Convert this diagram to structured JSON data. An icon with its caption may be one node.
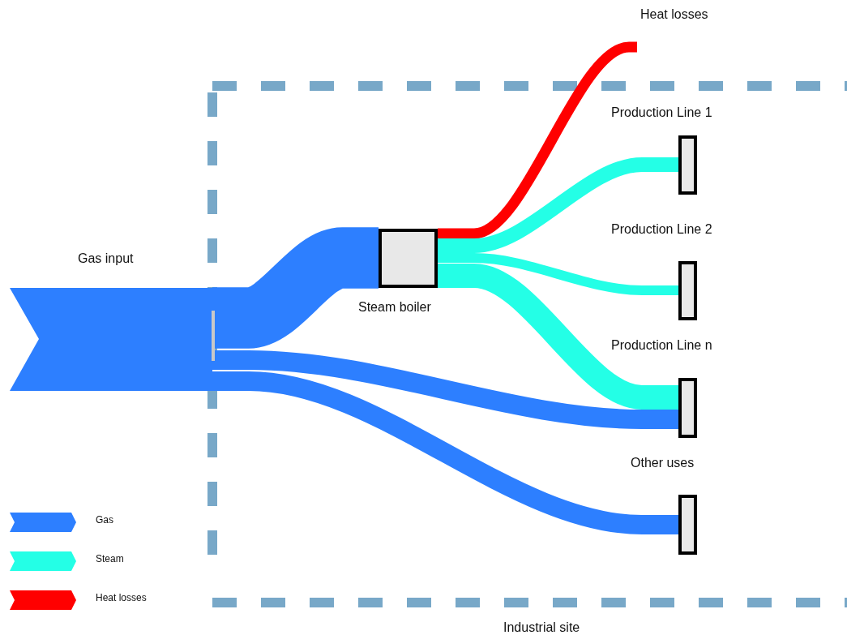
{
  "diagram": {
    "nodes": [
      {
        "text": [
          "Industrial site"
        ]
      },
      {
        "text": [
          "Gas input"
        ]
      },
      {
        "text": [
          "Steam boiler"
        ],
        "in": 0
      },
      {
        "text": [
          "Production Line 1"
        ],
        "in": 0
      },
      {
        "text": [
          "Production Line 2"
        ],
        "in": 0
      },
      {
        "text": [
          "Production Line n"
        ],
        "in": 0
      },
      {
        "text": [
          "Other uses"
        ],
        "in": 0
      },
      {
        "text": [
          "Heat losses"
        ]
      }
    ],
    "edges": [
      {
        "from": 1,
        "to": 2,
        "arrow": "none",
        "style": "thick",
        "color": "#2d7fff"
      },
      {
        "from": 1,
        "to": 5,
        "arrow": "none",
        "color": "#2d7fff"
      },
      {
        "from": 1,
        "to": 6,
        "arrow": "none",
        "color": "#2d7fff"
      },
      {
        "from": 2,
        "to": 7,
        "arrow": "none",
        "color": "#ff0000"
      },
      {
        "from": 2,
        "to": 3,
        "arrow": "none",
        "color": "#24ffe6"
      },
      {
        "from": 2,
        "to": 4,
        "arrow": "none",
        "color": "#24ffe6"
      },
      {
        "from": 2,
        "to": 5,
        "arrow": "none",
        "color": "#24ffe6"
      }
    ],
    "legend": [
      {
        "text": "Gas",
        "color": "#2d7fff"
      },
      {
        "text": "Steam",
        "color": "#24ffe6"
      },
      {
        "text": "Heat losses",
        "color": "#ff0000"
      }
    ]
  }
}
